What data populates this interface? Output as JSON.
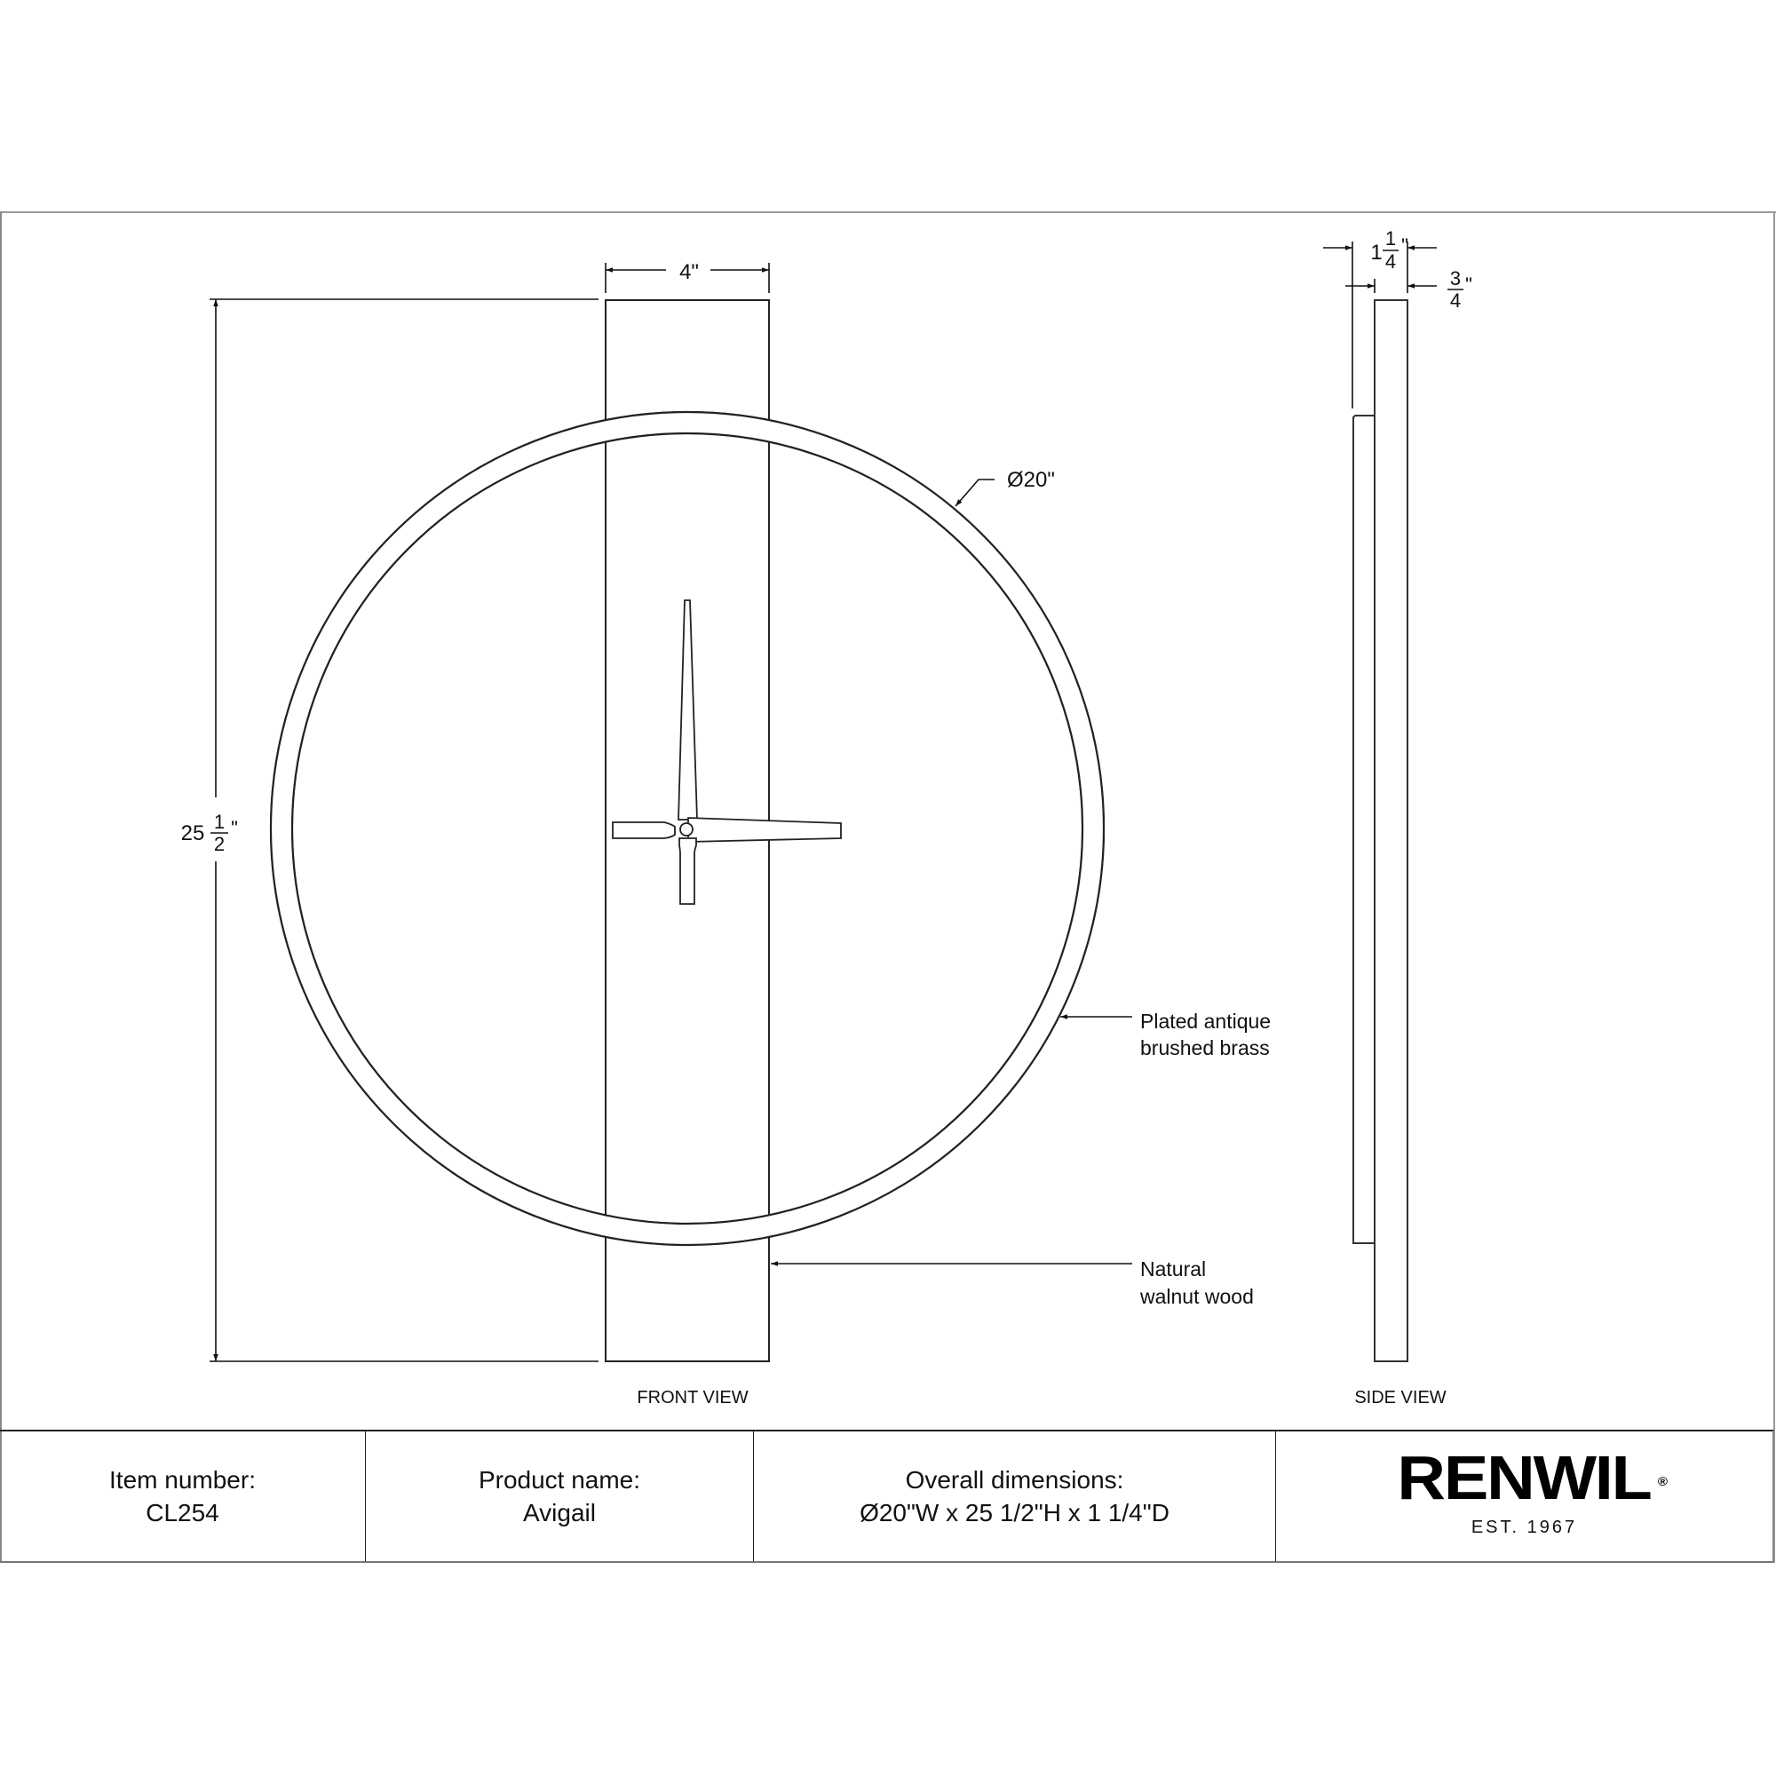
{
  "drawing": {
    "views": {
      "front_label": "FRONT VIEW",
      "side_label": "SIDE VIEW"
    },
    "dimensions": {
      "panel_width": "4\"",
      "overall_height_whole": "25",
      "overall_height_num": "1",
      "overall_height_den": "2",
      "overall_height_unit": "\"",
      "diameter": "Ø20\"",
      "depth_whole": "1",
      "depth_num": "1",
      "depth_den": "4",
      "depth_unit": "\"",
      "ring_depth_num": "3",
      "ring_depth_den": "4",
      "ring_depth_unit": "\""
    },
    "callouts": {
      "ring_material_line1": "Plated antique",
      "ring_material_line2": "brushed brass",
      "panel_material_line1": "Natural",
      "panel_material_line2": "walnut wood"
    }
  },
  "title_block": {
    "item_label": "Item number:",
    "item_value": "CL254",
    "product_label": "Product name:",
    "product_value": "Avigail",
    "dims_label": "Overall dimensions:",
    "dims_value": "Ø20\"W x 25 1/2\"H x 1 1/4\"D",
    "brand_name": "RENWIL",
    "brand_reg": "®",
    "brand_tagline": "EST. 1967"
  }
}
